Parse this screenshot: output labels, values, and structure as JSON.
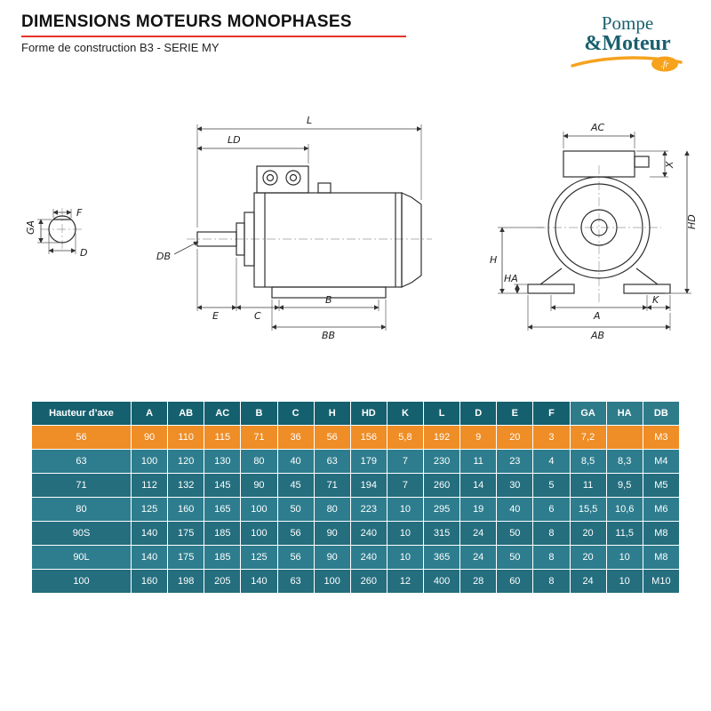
{
  "colors": {
    "accent_red": "#e5332a",
    "brand_teal": "#19606e",
    "brand_orange": "#f6a21d",
    "table_header": "#15606f",
    "table_header_light": "#2e7b8a",
    "row_highlight_orange": "#ef8d26",
    "row_teal_light": "#2d7d8e",
    "row_teal_dark": "#246e7e"
  },
  "header": {
    "title": "DIMENSIONS MOTEURS MONOPHASES",
    "subtitle": "Forme de construction B3 - SERIE MY"
  },
  "logo": {
    "line1": "Pompe",
    "line2": "&Moteur",
    "badge": ".fr"
  },
  "diagram": {
    "labels": {
      "L": "L",
      "LD": "LD",
      "DB": "DB",
      "E": "E",
      "C": "C",
      "B": "B",
      "BB": "BB",
      "AC": "AC",
      "X": "X",
      "HD": "HD",
      "H": "H",
      "HA": "HA",
      "A": "A",
      "K": "K",
      "AB": "AB",
      "GA": "GA",
      "F": "F",
      "D": "D"
    }
  },
  "table": {
    "headers": [
      "Hauteur d’axe",
      "A",
      "AB",
      "AC",
      "B",
      "C",
      "H",
      "HD",
      "K",
      "L",
      "D",
      "E",
      "F",
      "GA",
      "HA",
      "DB"
    ],
    "light_header_from": 13,
    "rows": [
      {
        "highlight": true,
        "cells": [
          "56",
          "90",
          "110",
          "115",
          "71",
          "36",
          "56",
          "156",
          "5,8",
          "192",
          "9",
          "20",
          "3",
          "7,2",
          "",
          "M3"
        ]
      },
      {
        "highlight": false,
        "cells": [
          "63",
          "100",
          "120",
          "130",
          "80",
          "40",
          "63",
          "179",
          "7",
          "230",
          "11",
          "23",
          "4",
          "8,5",
          "8,3",
          "M4"
        ]
      },
      {
        "highlight": false,
        "cells": [
          "71",
          "112",
          "132",
          "145",
          "90",
          "45",
          "71",
          "194",
          "7",
          "260",
          "14",
          "30",
          "5",
          "11",
          "9,5",
          "M5"
        ]
      },
      {
        "highlight": false,
        "cells": [
          "80",
          "125",
          "160",
          "165",
          "100",
          "50",
          "80",
          "223",
          "10",
          "295",
          "19",
          "40",
          "6",
          "15,5",
          "10,6",
          "M6"
        ]
      },
      {
        "highlight": false,
        "cells": [
          "90S",
          "140",
          "175",
          "185",
          "100",
          "56",
          "90",
          "240",
          "10",
          "315",
          "24",
          "50",
          "8",
          "20",
          "11,5",
          "M8"
        ]
      },
      {
        "highlight": false,
        "cells": [
          "90L",
          "140",
          "175",
          "185",
          "125",
          "56",
          "90",
          "240",
          "10",
          "365",
          "24",
          "50",
          "8",
          "20",
          "10",
          "M8"
        ]
      },
      {
        "highlight": false,
        "cells": [
          "100",
          "160",
          "198",
          "205",
          "140",
          "63",
          "100",
          "260",
          "12",
          "400",
          "28",
          "60",
          "8",
          "24",
          "10",
          "M10"
        ]
      }
    ]
  }
}
